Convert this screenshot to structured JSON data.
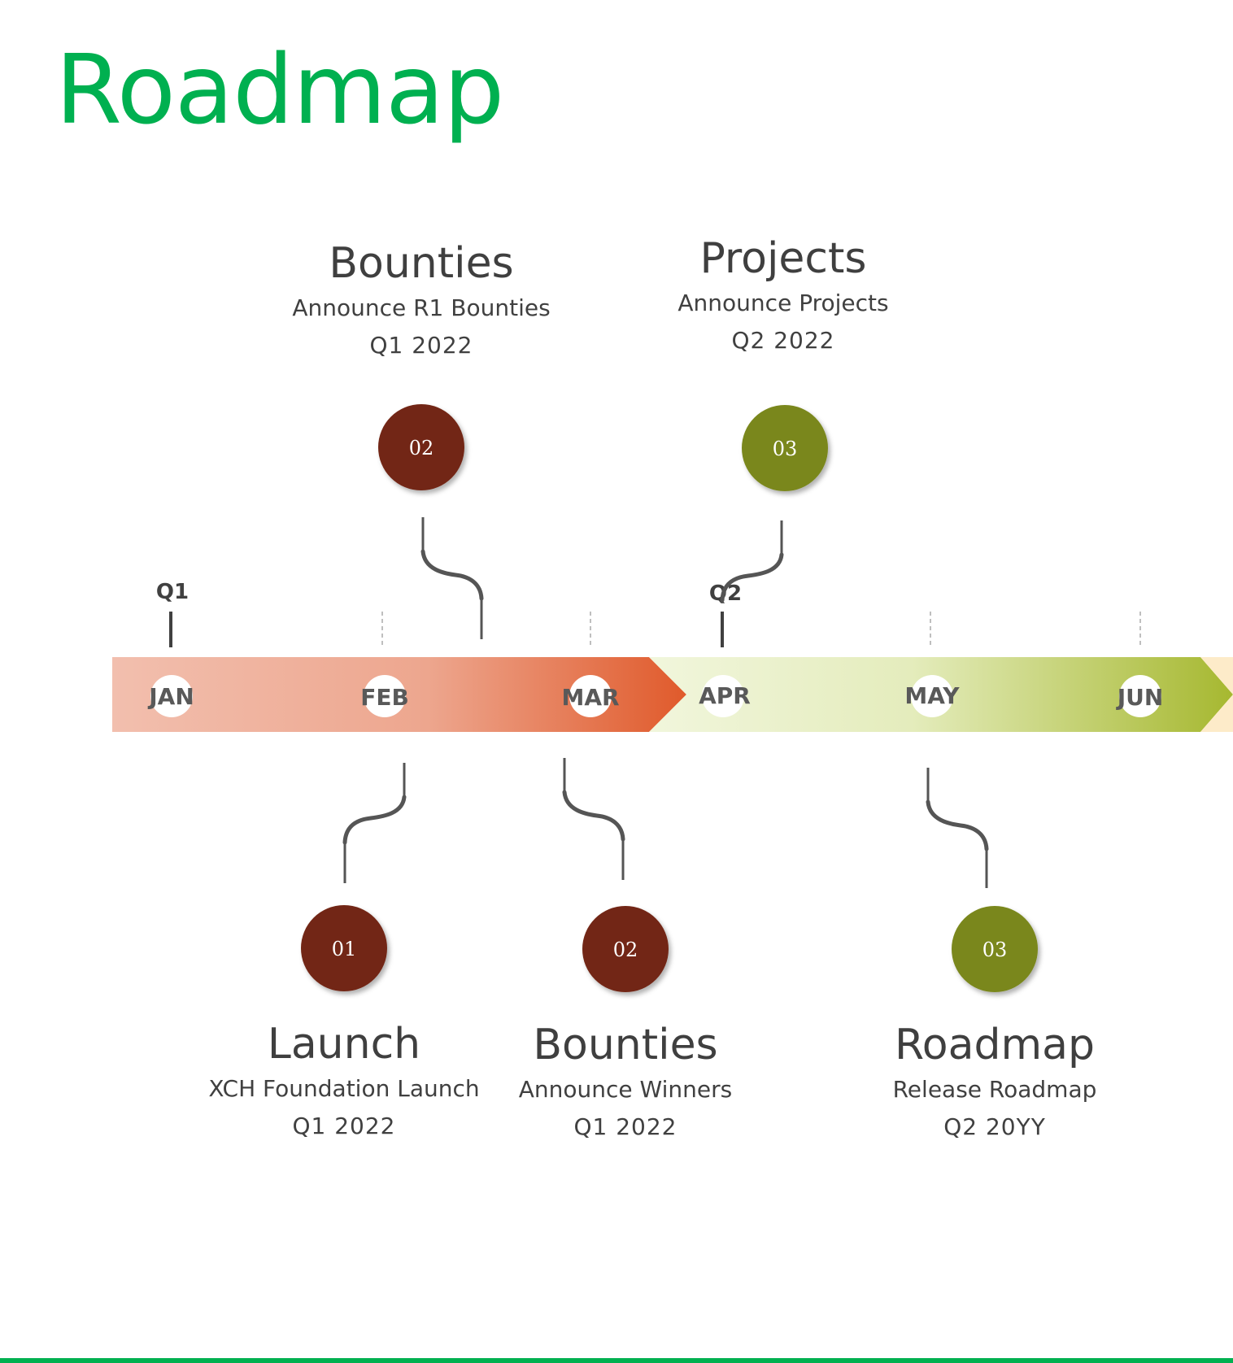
{
  "title": "Roadmap",
  "timeline": {
    "quarters": [
      "Q1",
      "Q2"
    ],
    "months": [
      "JAN",
      "FEB",
      "MAR",
      "APR",
      "MAY",
      "JUN"
    ]
  },
  "colors": {
    "title": "#00b050",
    "q1_band_start": "#f2bfae",
    "q1_band_end": "#e05a2b",
    "q2_band_start": "#f1f6dc",
    "q2_band_end": "#a6b830",
    "brown_marker": "#722714",
    "olive_marker": "#7a871d",
    "connector": "#555555"
  },
  "milestones": [
    {
      "number": "02",
      "title": "Bounties",
      "description": "Announce R1 Bounties",
      "period": "Q1 2022"
    },
    {
      "number": "03",
      "title": "Projects",
      "description": "Announce Projects",
      "period": "Q2 2022"
    },
    {
      "number": "01",
      "title": "Launch",
      "description": "XCH Foundation Launch",
      "period": "Q1 2022"
    },
    {
      "number": "02",
      "title": "Bounties",
      "description": "Announce Winners",
      "period": "Q1 2022"
    },
    {
      "number": "03",
      "title": "Roadmap",
      "description": "Release Roadmap",
      "period": "Q2 20YY"
    }
  ]
}
